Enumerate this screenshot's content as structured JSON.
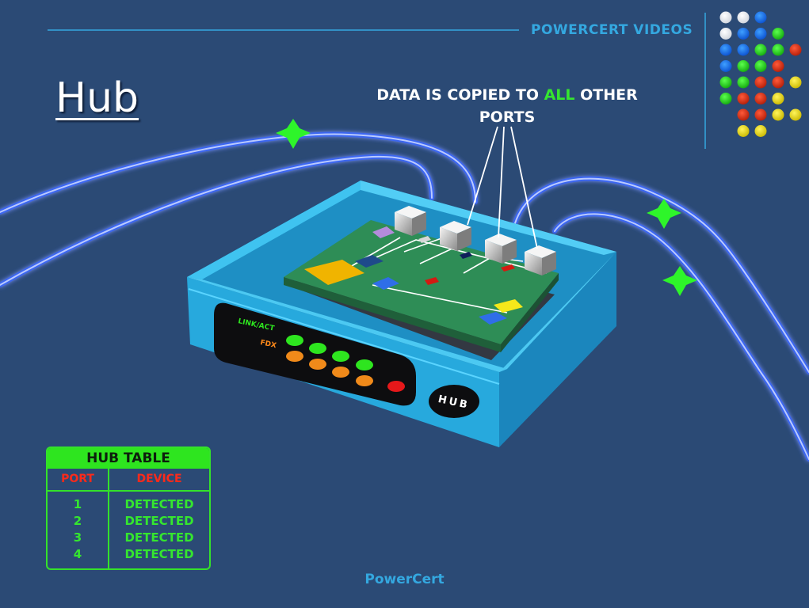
{
  "header": {
    "brand": "POWERCERT VIDEOS"
  },
  "title": "Hub",
  "caption": {
    "part1": "DATA IS COPIED TO ",
    "highlight": "ALL",
    "part2": " OTHER PORTS"
  },
  "device": {
    "label": "HUB",
    "link_act": "LINK/ACT",
    "fdx": "FDX"
  },
  "hub_table": {
    "title": "HUB TABLE",
    "columns": [
      "PORT",
      "DEVICE"
    ],
    "rows": [
      {
        "port": "1",
        "device": "DETECTED"
      },
      {
        "port": "2",
        "device": "DETECTED"
      },
      {
        "port": "3",
        "device": "DETECTED"
      },
      {
        "port": "4",
        "device": "DETECTED"
      }
    ]
  },
  "footer": "PowerCert",
  "colors": {
    "background": "#2b4a75",
    "accent_blue": "#34a8e0",
    "green": "#2ee51f",
    "red": "#ff2a1a",
    "hub_body": "#2aaee0"
  },
  "logo_dots": [
    [
      "white",
      "white",
      "blue"
    ],
    [
      "white",
      "blue",
      "blue",
      "green"
    ],
    [
      "blue",
      "blue",
      "green",
      "green",
      "red"
    ],
    [
      "blue",
      "green",
      "green",
      "red"
    ],
    [
      "green",
      "green",
      "red",
      "red",
      "yellow"
    ],
    [
      "green",
      "red",
      "red",
      "yellow"
    ],
    [
      "red",
      "red",
      "yellow",
      "yellow"
    ],
    [
      "yellow",
      "yellow"
    ]
  ]
}
